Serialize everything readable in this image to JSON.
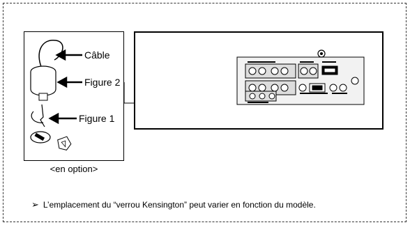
{
  "labels": {
    "cable": "Câble",
    "figure2": "Figure 2",
    "figure1": "Figure 1"
  },
  "caption": "<en option>",
  "note": {
    "bullet_icon": "arrow-bullet-icon",
    "text": "L’emplacement du “verrou Kensington” peut varier en fonction du modèle."
  }
}
